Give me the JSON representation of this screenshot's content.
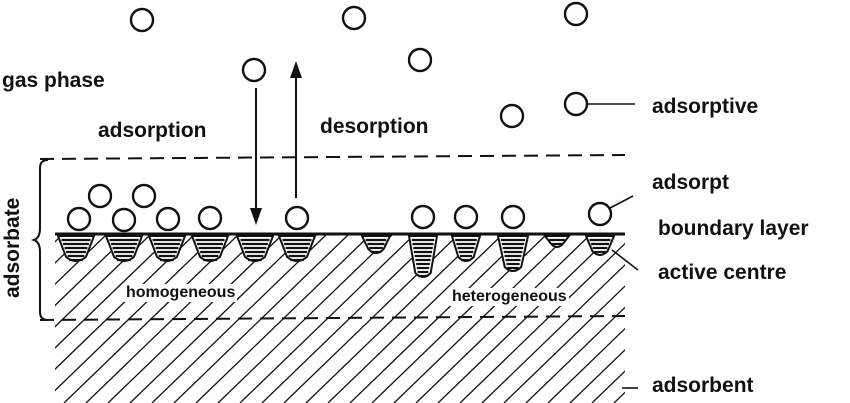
{
  "labels": {
    "gas_phase": "gas phase",
    "adsorption": "adsorption",
    "desorption": "desorption",
    "adsorptive": "adsorptive",
    "adsorpt": "adsorpt",
    "boundary_layer": "boundary layer",
    "active_centre": "active centre",
    "homogeneous": "homogeneous",
    "heterogeneous": "heterogeneous",
    "adsorbate": "adsorbate",
    "adsorbent": "adsorbent"
  },
  "colors": {
    "ink": "#111111",
    "background": "#ffffff"
  }
}
